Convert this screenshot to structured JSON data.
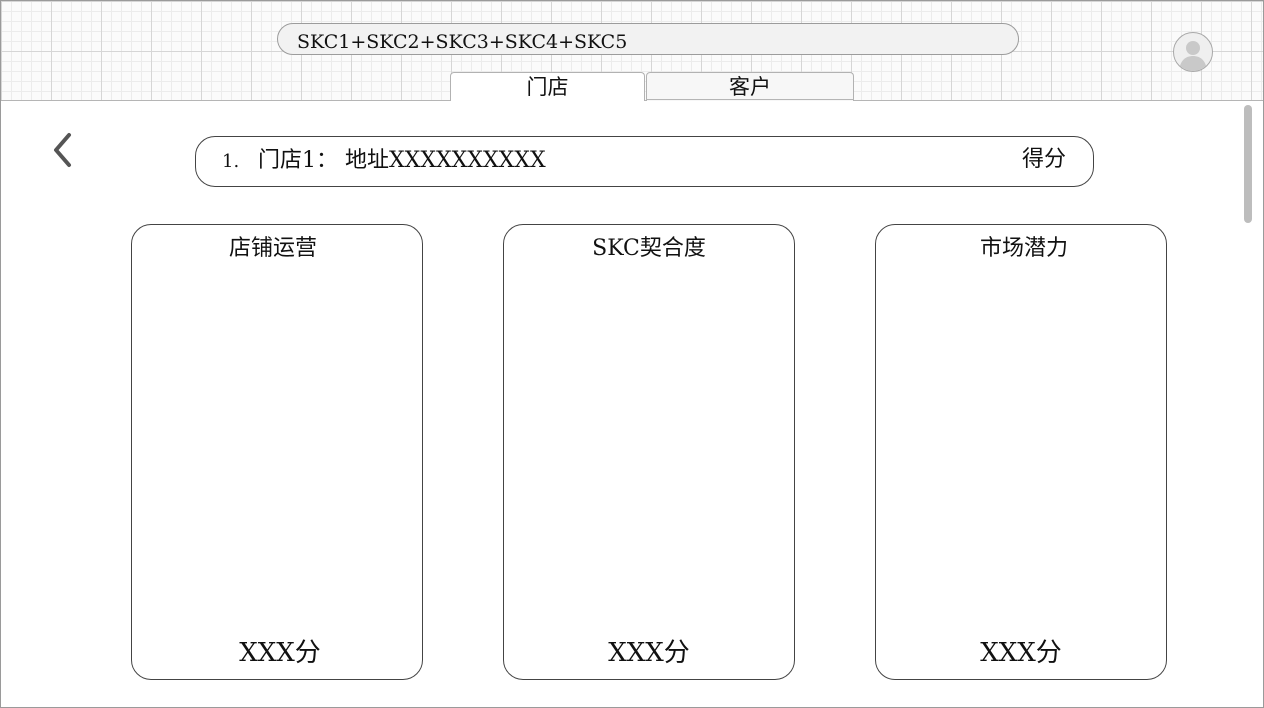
{
  "search": {
    "value": "SKC1+SKC2+SKC3+SKC4+SKC5"
  },
  "tabs": [
    {
      "label": "门店",
      "active": true
    },
    {
      "label": "客户",
      "active": false
    }
  ],
  "store_row": {
    "index": "1.",
    "text": "门店1：  地址XXXXXXXXXX",
    "score_label": "得分"
  },
  "cards": [
    {
      "title": "店铺运营",
      "score": "XXX分"
    },
    {
      "title": "SKC契合度",
      "score": "XXX分"
    },
    {
      "title": "市场潜力",
      "score": "XXX分"
    }
  ],
  "icons": {
    "back": "chevron-left-icon",
    "avatar": "user-avatar-icon"
  },
  "colors": {
    "border": "#444444",
    "grid": "#d6d6d6",
    "search_bg": "#f2f2f2"
  }
}
